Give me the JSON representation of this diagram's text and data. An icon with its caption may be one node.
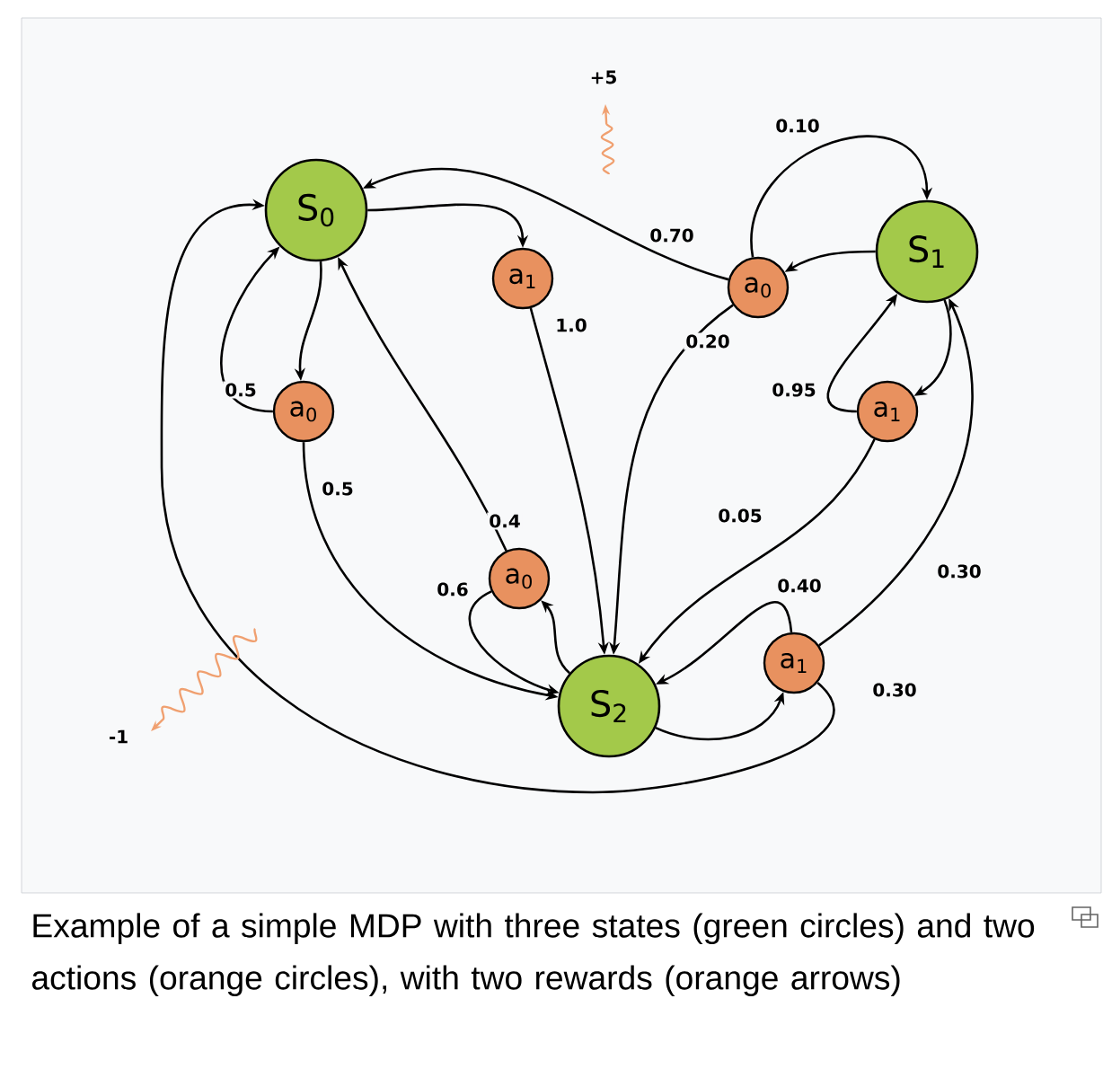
{
  "diagram": {
    "caption": "Example of a simple MDP with three states (green circles) and two actions (orange circles), with two rewards (orange arrows)",
    "nodes": [
      {
        "text": [
          "S$_{0}$"
        ]
      },
      {
        "text": [
          "a$_{1}$"
        ]
      },
      {
        "text": [
          "a$_{0}$"
        ]
      },
      {
        "text": [
          "a$_{0}$"
        ]
      },
      {
        "text": [
          "S$_{1}$"
        ]
      },
      {
        "text": [
          "a$_{1}$"
        ]
      },
      {
        "text": [
          "a$_{0}$"
        ]
      },
      {
        "text": [
          "S$_{2}$"
        ]
      },
      {
        "text": [
          "a$_{1}$"
        ]
      }
    ],
    "edges": [
      {
        "from": 0,
        "to": 1,
        "arrow": "to"
      },
      {
        "from": 0,
        "to": 2,
        "arrow": "to"
      },
      {
        "from": 2,
        "to": 0,
        "arrow": "to",
        "label": "0.5"
      },
      {
        "from": 2,
        "to": 7,
        "arrow": "to",
        "label": "0.5"
      },
      {
        "from": 1,
        "to": 7,
        "arrow": "to",
        "label": "1.0"
      },
      {
        "from": 4,
        "to": 3,
        "arrow": "to"
      },
      {
        "from": 3,
        "to": 0,
        "arrow": "to",
        "label": "0.70"
      },
      {
        "from": 3,
        "to": 4,
        "arrow": "to",
        "label": "0.10"
      },
      {
        "from": 3,
        "to": 7,
        "arrow": "to",
        "label": "0.20"
      },
      {
        "from": 4,
        "to": 5,
        "arrow": "to"
      },
      {
        "from": 5,
        "to": 4,
        "arrow": "to",
        "label": "0.95"
      },
      {
        "from": 5,
        "to": 7,
        "arrow": "to",
        "label": "0.05"
      },
      {
        "from": 7,
        "to": 6,
        "arrow": "to"
      },
      {
        "from": 6,
        "to": 0,
        "arrow": "to",
        "label": "0.4"
      },
      {
        "from": 6,
        "to": 7,
        "arrow": "to",
        "label": "0.6"
      },
      {
        "from": 7,
        "to": 8,
        "arrow": "to"
      },
      {
        "from": 8,
        "to": 7,
        "arrow": "to",
        "label": "0.40"
      },
      {
        "from": 8,
        "to": 4,
        "arrow": "to",
        "label": "0.30"
      },
      {
        "from": 8,
        "to": 0,
        "arrow": "to",
        "label": "0.30"
      }
    ],
    "labels": [
      "+5",
      "-1"
    ]
  }
}
